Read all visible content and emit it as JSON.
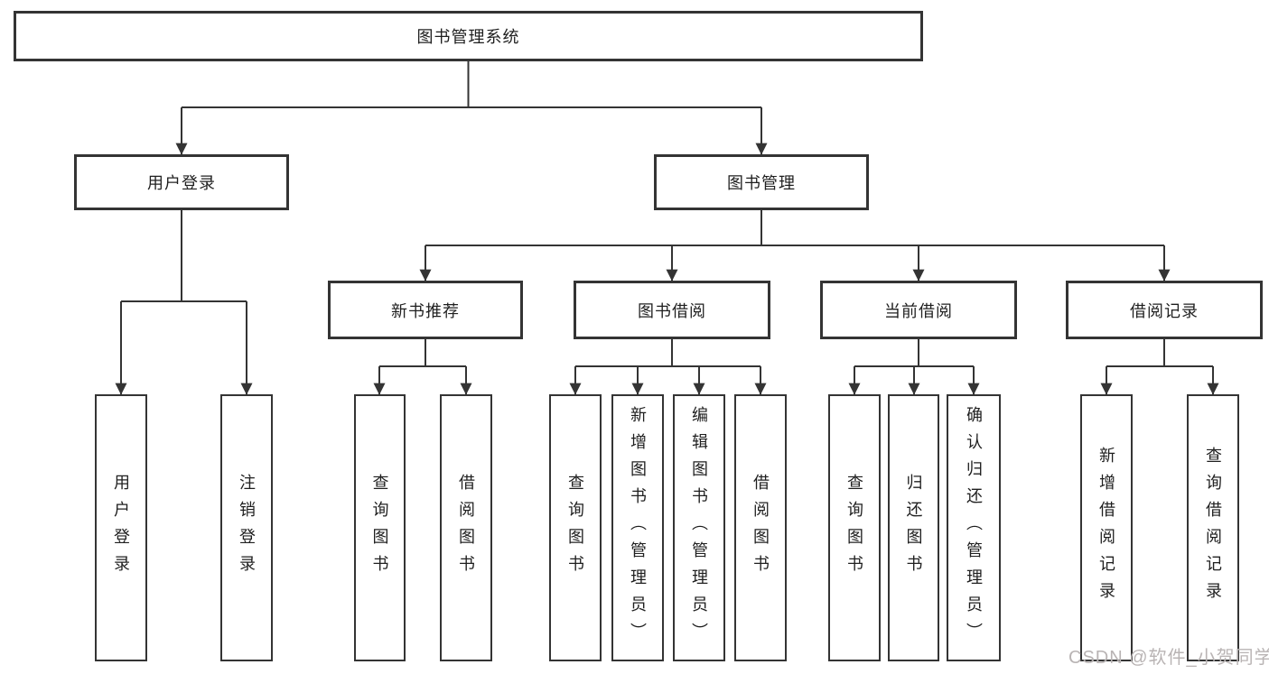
{
  "colors": {
    "line": "#343434",
    "box_border": "#343434",
    "text": "#1f1f1f",
    "watermark": "#b9b4b4",
    "background": "#ffffff"
  },
  "watermark": {
    "text": "CSDN @软件_小贺同学"
  },
  "tree": {
    "root": {
      "label": "图书管理系统",
      "children": [
        {
          "label": "用户登录",
          "children": [
            {
              "label": "用户登录"
            },
            {
              "label": "注销登录"
            }
          ]
        },
        {
          "label": "图书管理",
          "children": [
            {
              "label": "新书推荐",
              "children": [
                {
                  "label": "查询图书"
                },
                {
                  "label": "借阅图书"
                }
              ]
            },
            {
              "label": "图书借阅",
              "children": [
                {
                  "label": "查询图书"
                },
                {
                  "label": "新增图书（管理员）"
                },
                {
                  "label": "编辑图书（管理员）"
                },
                {
                  "label": "借阅图书"
                }
              ]
            },
            {
              "label": "当前借阅",
              "children": [
                {
                  "label": "查询图书"
                },
                {
                  "label": "归还图书"
                },
                {
                  "label": "确认归还（管理员）"
                }
              ]
            },
            {
              "label": "借阅记录",
              "children": [
                {
                  "label": "新增借阅记录"
                },
                {
                  "label": "查询借阅记录"
                }
              ]
            }
          ]
        }
      ]
    }
  }
}
